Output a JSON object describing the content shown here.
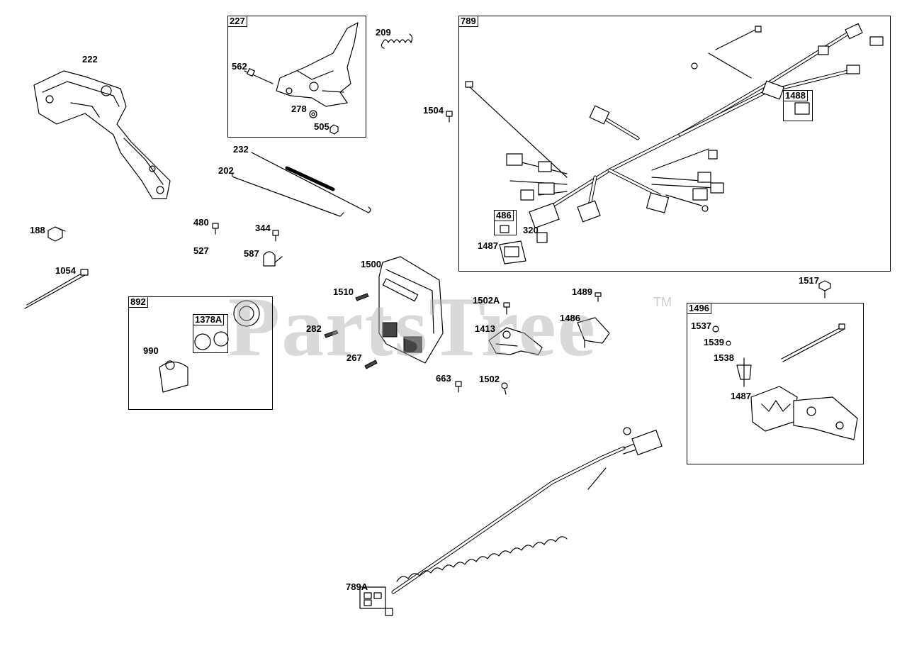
{
  "watermark": {
    "text": "PartsTree",
    "trademark": "TM"
  },
  "boxes": {
    "b227": "227",
    "b789": "789",
    "b892": "892",
    "b1496": "1496",
    "b1488": "1488",
    "b486": "486",
    "b1378a": "1378A"
  },
  "labels": {
    "l222": "222",
    "l227_562": "562",
    "l278": "278",
    "l505": "505",
    "l209": "209",
    "l1504": "1504",
    "l232": "232",
    "l202": "202",
    "l188": "188",
    "l480": "480",
    "l344": "344",
    "l527": "527",
    "l587": "587",
    "l1054": "1054",
    "l1500": "1500",
    "l1510": "1510",
    "l282": "282",
    "l267": "267",
    "l663": "663",
    "l1502a": "1502A",
    "l1413": "1413",
    "l1502": "1502",
    "l1489": "1489",
    "l1486": "1486",
    "l1517": "1517",
    "l990": "990",
    "l320": "320",
    "l1487a": "1487",
    "l1537": "1537",
    "l1539": "1539",
    "l1538": "1538",
    "l1487b": "1487",
    "l789a": "789A"
  }
}
